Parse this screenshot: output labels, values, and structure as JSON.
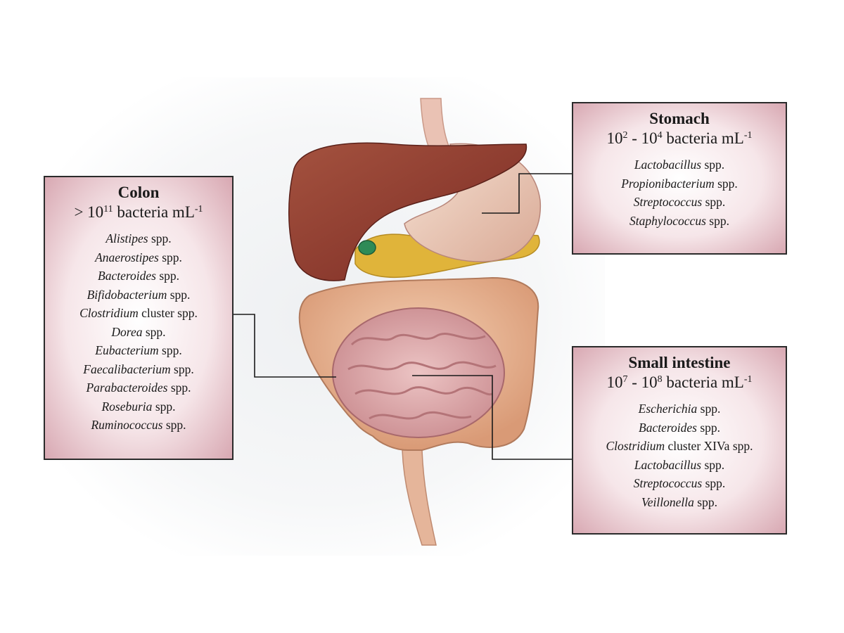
{
  "colors": {
    "box_border": "#2b2b2b",
    "box_fill_center": "#ffffff",
    "box_fill_edge": "#d8a8b2",
    "liver": "#8b3a2e",
    "stomach": "#e8c4b0",
    "pancreas": "#e0b43a",
    "gallbladder": "#2e8b57",
    "small_intestine": "#d9a5a8",
    "colon": "#e8b38e"
  },
  "icons": [
    "liver-illustration",
    "stomach-illustration",
    "pancreas-illustration",
    "gallbladder-illustration",
    "small-intestine-illustration",
    "colon-illustration"
  ],
  "boxes": {
    "colon": {
      "title": "Colon",
      "count_prefix": "> 10",
      "count_exp": "11",
      "count_suffix": " bacteria mL",
      "count_suffix_exp": "-1",
      "taxa": [
        {
          "genus": "Alistipes",
          "rest": " spp."
        },
        {
          "genus": "Anaerostipes",
          "rest": " spp."
        },
        {
          "genus": "Bacteroides",
          "rest": " spp."
        },
        {
          "genus": "Bifidobacterium",
          "rest": " spp."
        },
        {
          "genus": "Clostridium",
          "rest": " cluster spp."
        },
        {
          "genus": "Dorea",
          "rest": " spp."
        },
        {
          "genus": "Eubacterium",
          "rest": " spp."
        },
        {
          "genus": "Faecalibacterium",
          "rest": " spp."
        },
        {
          "genus": "Parabacteroides",
          "rest": " spp."
        },
        {
          "genus": "Roseburia",
          "rest": " spp."
        },
        {
          "genus": "Ruminococcus",
          "rest": " spp."
        }
      ]
    },
    "stomach": {
      "title": "Stomach",
      "count_a": "10",
      "count_a_exp": "2",
      "count_mid": " - 10",
      "count_b_exp": "4",
      "count_suffix": " bacteria mL",
      "count_suffix_exp": "-1",
      "taxa": [
        {
          "genus": "Lactobacillus",
          "rest": " spp."
        },
        {
          "genus": "Propionibacterium",
          "rest": " spp."
        },
        {
          "genus": "Streptococcus",
          "rest": " spp."
        },
        {
          "genus": "Staphylococcus",
          "rest": " spp."
        }
      ]
    },
    "small": {
      "title": "Small intestine",
      "count_a": "10",
      "count_a_exp": "7",
      "count_mid": " - 10",
      "count_b_exp": "8",
      "count_suffix": " bacteria mL",
      "count_suffix_exp": "-1",
      "taxa": [
        {
          "genus": "Escherichia",
          "rest": " spp."
        },
        {
          "genus": "Bacteroides",
          "rest": " spp."
        },
        {
          "genus": "Clostridium",
          "rest": " cluster XIVa spp."
        },
        {
          "genus": "Lactobacillus",
          "rest": " spp."
        },
        {
          "genus": "Streptococcus",
          "rest": " spp."
        },
        {
          "genus": "Veillonella",
          "rest": " spp."
        }
      ]
    }
  }
}
